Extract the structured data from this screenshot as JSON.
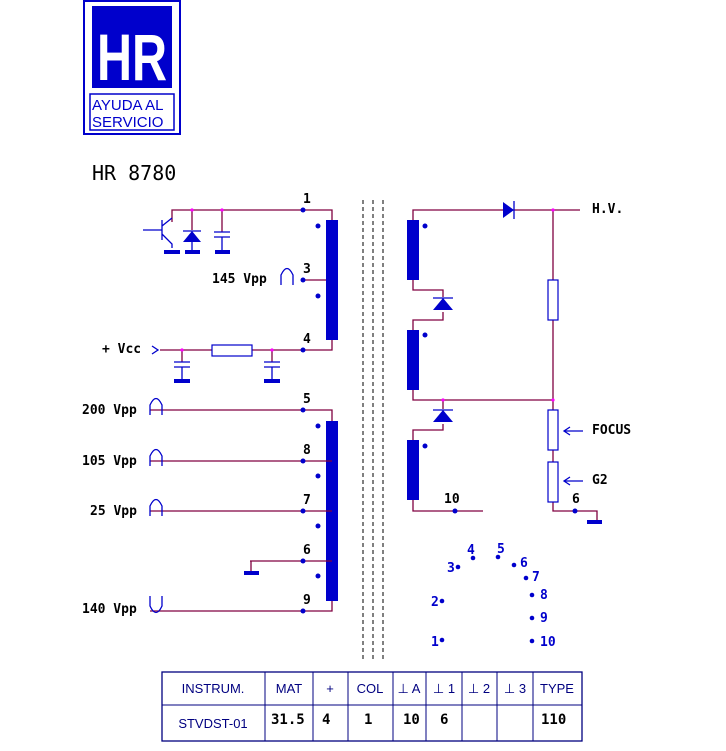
{
  "logo": {
    "letters": "HR",
    "line1": "AYUDA AL",
    "line2": "SERVICIO"
  },
  "model": "HR 8780",
  "primary": {
    "pins": [
      "1",
      "3",
      "4"
    ],
    "signal_145": "145 Vpp",
    "vcc": "+ Vcc"
  },
  "secondary": {
    "pins": [
      "5",
      "8",
      "7",
      "6",
      "9"
    ],
    "signals": [
      "200 Vpp",
      "105 Vpp",
      "25 Vpp",
      "140 Vpp"
    ]
  },
  "hv": {
    "hv_label": "H.V.",
    "focus_label": "FOCUS",
    "g2_label": "G2",
    "pin_10": "10",
    "pin_6": "6"
  },
  "socket": [
    "1",
    "2",
    "3",
    "4",
    "5",
    "6",
    "7",
    "8",
    "9",
    "10"
  ],
  "table": {
    "headers": [
      "INSTRUM.",
      "MAT",
      "+",
      "COL",
      "⊥ A",
      "⊥ 1",
      "⊥ 2",
      "⊥ 3",
      "TYPE"
    ],
    "row": [
      "STVDST-01",
      "31.5",
      "4",
      "1",
      "10",
      "6",
      "",
      "",
      "110"
    ]
  },
  "colors": {
    "wire": "#800040",
    "component": "#0000cc",
    "junction": "#ff00ff"
  }
}
